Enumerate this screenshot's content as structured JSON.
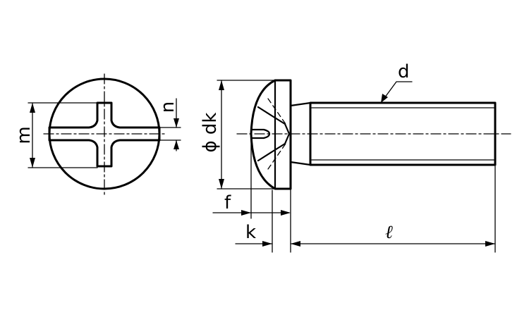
{
  "labels": {
    "m": "m",
    "n": "n",
    "dk": "ϕ dk",
    "d": "d",
    "f": "f",
    "k": "k",
    "l": "ℓ"
  }
}
